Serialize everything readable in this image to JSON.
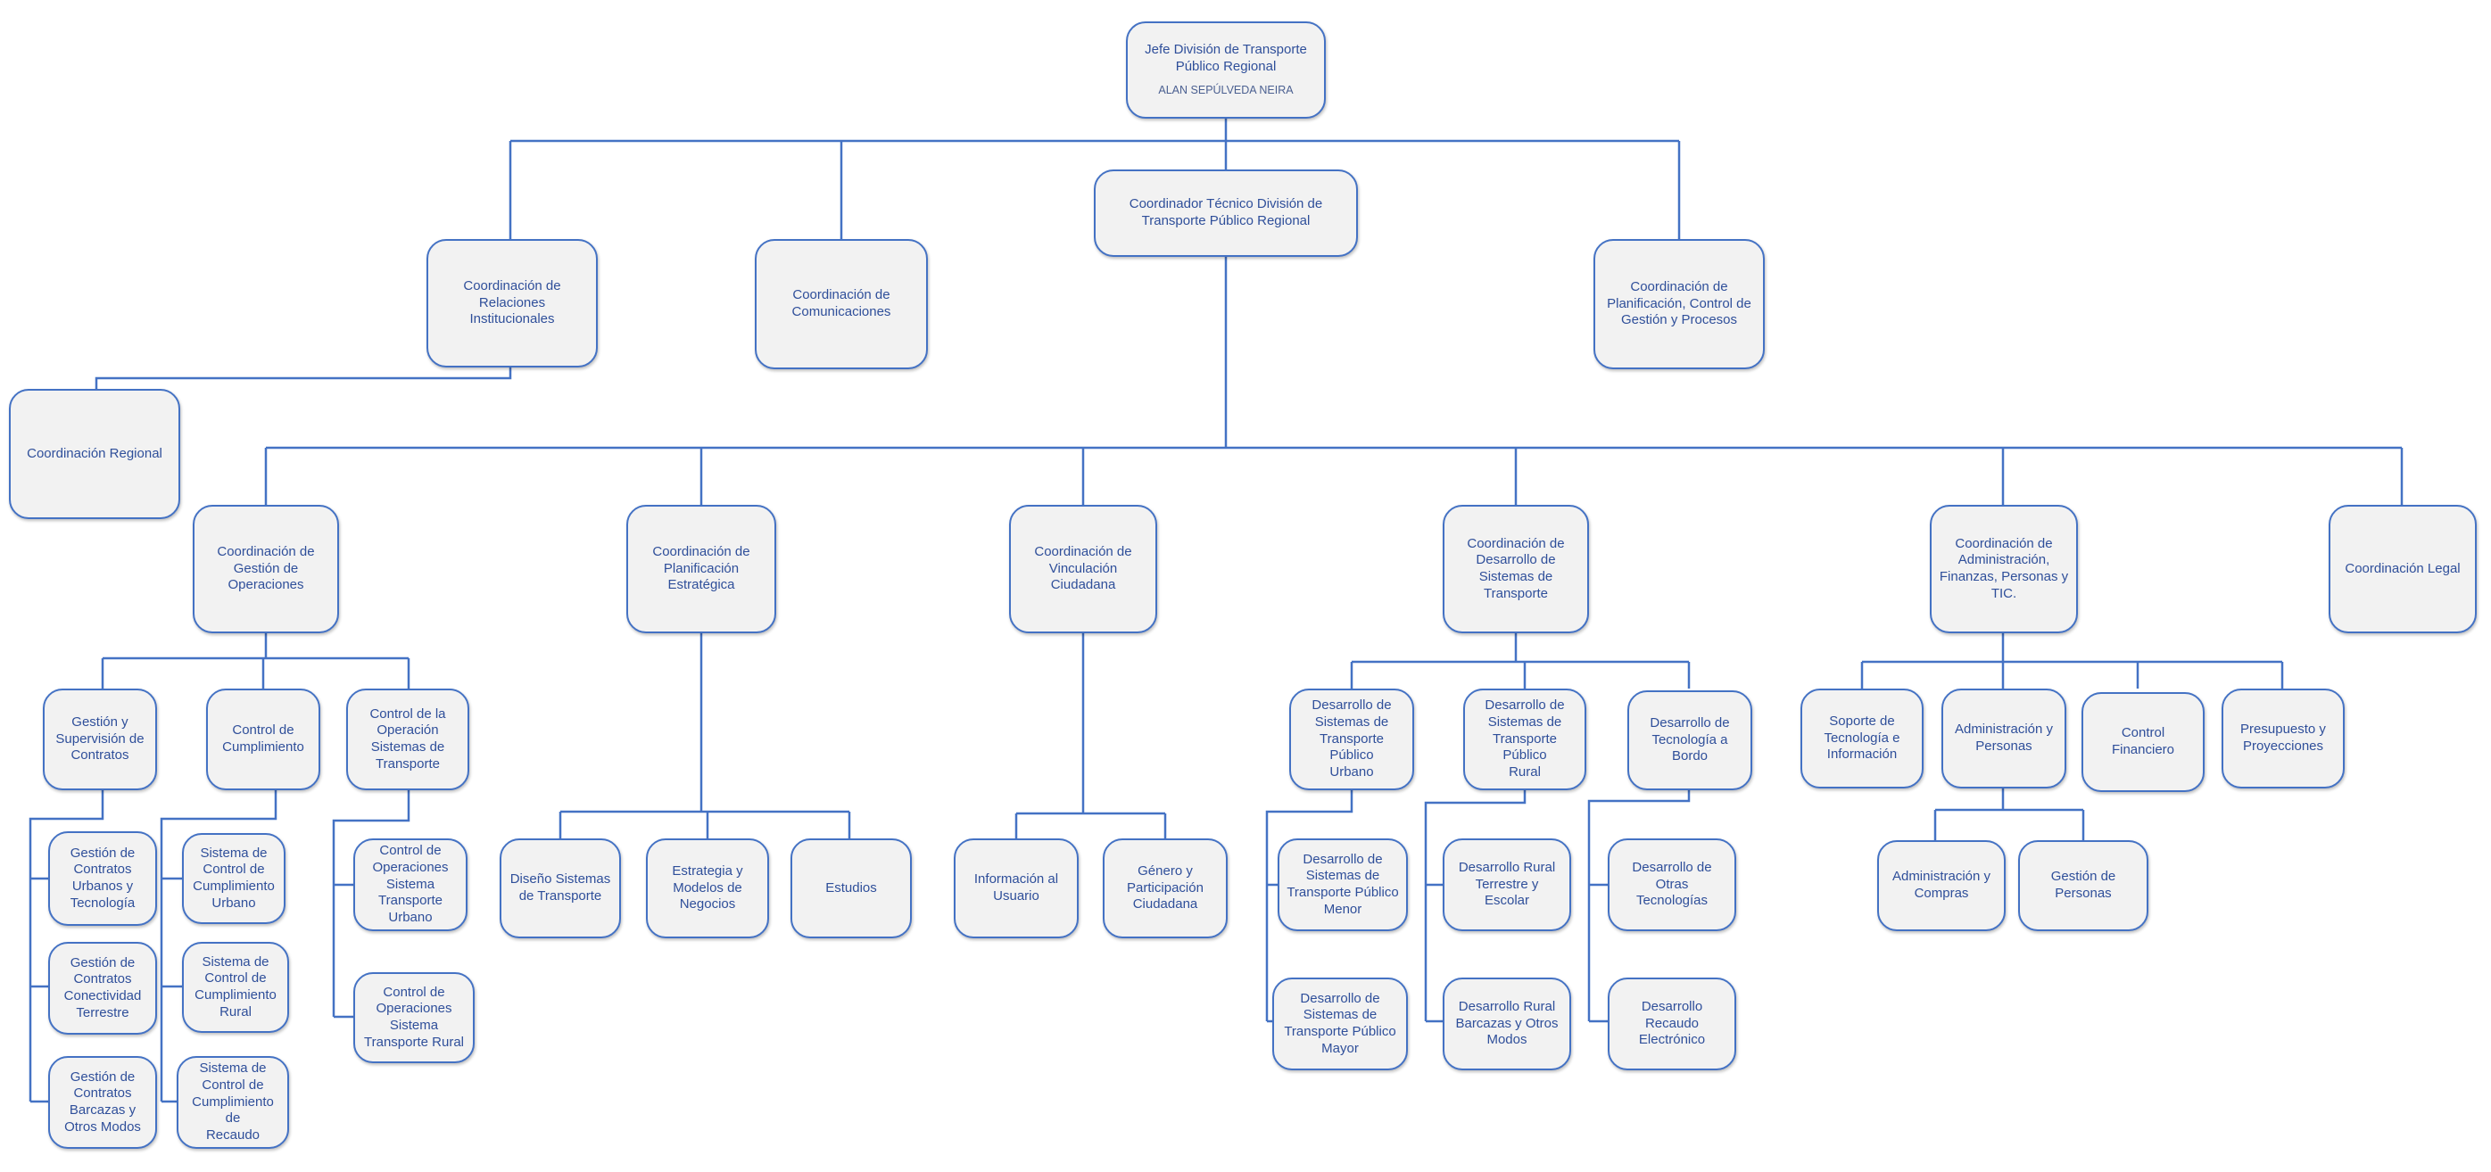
{
  "chart": {
    "nodes": [
      {
        "id": "root",
        "name": "Jefe División de Transporte\nPúblico Regional",
        "person": "ALAN SEPÚLVEDA NEIRA"
      },
      {
        "id": "rel",
        "name": "Coordinación de\nRelaciones Institucionales"
      },
      {
        "id": "com",
        "name": "Coordinación de\nComunicaciones"
      },
      {
        "id": "tec",
        "name": "Coordinador Técnico División de\nTransporte Público Regional"
      },
      {
        "id": "pla",
        "name": "Coordinación de\nPlanificación, Control de\nGestión y Procesos"
      },
      {
        "id": "reg",
        "name": "Coordinación Regional"
      },
      {
        "id": "gop",
        "name": "Coordinación de\nGestión de\nOperaciones"
      },
      {
        "id": "pe",
        "name": "Coordinación de\nPlanificación\nEstratégica"
      },
      {
        "id": "vc",
        "name": "Coordinación de\nVinculación Ciudadana"
      },
      {
        "id": "ds",
        "name": "Coordinación de\nDesarrollo de\nSistemas de\nTransporte"
      },
      {
        "id": "af",
        "name": "Coordinación de\nAdministración,\nFinanzas, Personas y\nTIC."
      },
      {
        "id": "leg",
        "name": "Coordinación Legal"
      },
      {
        "id": "gsc",
        "name": "Gestión y\nSupervisión de\nContratos"
      },
      {
        "id": "cc",
        "name": "Control de\nCumplimiento"
      },
      {
        "id": "cos",
        "name": "Control de la\nOperación\nSistemas de\nTransporte"
      },
      {
        "id": "gcu",
        "name": "Gestión de\nContratos\nUrbanos y\nTecnología"
      },
      {
        "id": "gcc",
        "name": "Gestión de\nContratos\nConectividad\nTerrestre"
      },
      {
        "id": "gcb",
        "name": "Gestión de\nContratos\nBarcazas y\nOtros Modos"
      },
      {
        "id": "scu",
        "name": "Sistema de\nControl de\nCumplimiento\nUrbano"
      },
      {
        "id": "scr",
        "name": "Sistema de\nControl de\nCumplimiento\nRural"
      },
      {
        "id": "scre",
        "name": "Sistema de\nControl de\nCumplimiento de\nRecaudo"
      },
      {
        "id": "cou",
        "name": "Control de\nOperaciones\nSistema\nTransporte\nUrbano"
      },
      {
        "id": "cor",
        "name": "Control de\nOperaciones\nSistema\nTransporte Rural"
      },
      {
        "id": "dst",
        "name": "Diseño Sistemas\nde Transporte"
      },
      {
        "id": "emn",
        "name": "Estrategia y\nModelos de\nNegocios"
      },
      {
        "id": "est",
        "name": "Estudios"
      },
      {
        "id": "iu",
        "name": "Información al\nUsuario"
      },
      {
        "id": "gpc",
        "name": "Género y\nParticipación\nCiudadana"
      },
      {
        "id": "dsu",
        "name": "Desarrollo de\nSistemas de\nTransporte Público\nUrbano"
      },
      {
        "id": "dsr",
        "name": "Desarrollo de\nSistemas de\nTransporte Público\nRural"
      },
      {
        "id": "dtb",
        "name": "Desarrollo de\nTecnología a\nBordo"
      },
      {
        "id": "dme",
        "name": "Desarrollo de\nSistemas de\nTransporte Público\nMenor"
      },
      {
        "id": "dma",
        "name": "Desarrollo de\nSistemas de\nTransporte Público\nMayor"
      },
      {
        "id": "drt",
        "name": "Desarrollo Rural\nTerrestre y Escolar"
      },
      {
        "id": "drb",
        "name": "Desarrollo Rural\nBarcazas y Otros\nModos"
      },
      {
        "id": "dot",
        "name": "Desarrollo de Otras\nTecnologías"
      },
      {
        "id": "dre",
        "name": "Desarrollo Recaudo\nElectrónico"
      },
      {
        "id": "sti",
        "name": "Soporte de\nTecnología e\nInformación"
      },
      {
        "id": "ap",
        "name": "Administración y\nPersonas"
      },
      {
        "id": "cf",
        "name": "Control Financiero"
      },
      {
        "id": "pp",
        "name": "Presupuesto y\nProyecciones"
      },
      {
        "id": "ac",
        "name": "Administración y\nCompras"
      },
      {
        "id": "gp",
        "name": "Gestión de\nPersonas"
      }
    ]
  },
  "colors": {
    "line": "#4472c4",
    "node_fill": "#f2f2f2",
    "node_border": "#4472c4",
    "text": "#2f4f9a"
  }
}
